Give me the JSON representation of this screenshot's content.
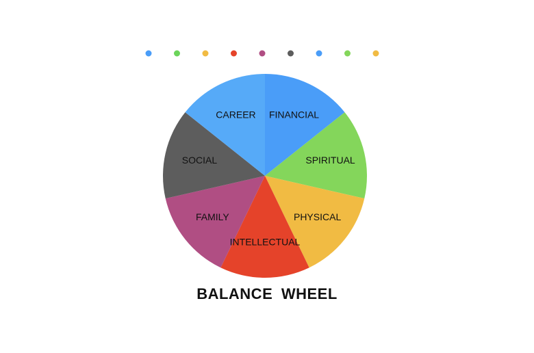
{
  "chart_data": {
    "type": "pie",
    "title": "BALANCE  WHEEL",
    "categories": [
      "FINANCIAL",
      "SPIRITUAL",
      "PHYSICAL",
      "INTELLECTUAL",
      "FAMILY",
      "SOCIAL",
      "CAREER"
    ],
    "values": [
      1,
      1,
      1,
      1,
      1,
      1,
      1
    ],
    "colors": [
      "#4A9DF8",
      "#84D65B",
      "#F1BB43",
      "#E5432A",
      "#B04E83",
      "#5D5D5D",
      "#56AAF8"
    ],
    "legend_dot_colors": [
      "#4A9DF8",
      "#6BD45A",
      "#F1BB43",
      "#E5432A",
      "#B04E83",
      "#5D5D5D",
      "#4A9DF8",
      "#84D65B",
      "#F1BB43"
    ],
    "legend_placement": "top",
    "start_angle_deg": 0,
    "direction": "clockwise"
  }
}
